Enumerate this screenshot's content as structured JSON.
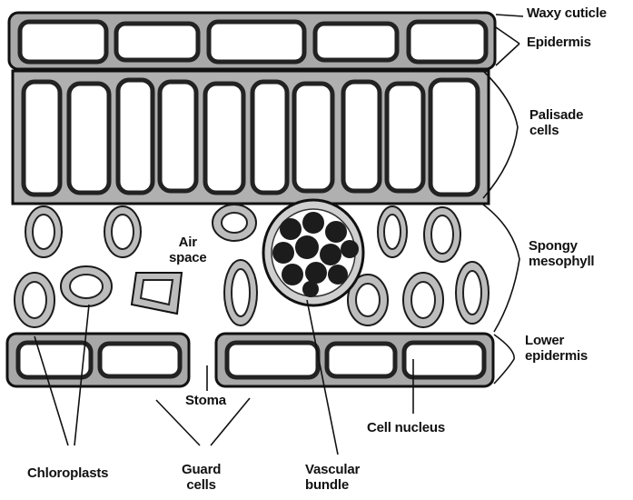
{
  "labels": {
    "waxy_cuticle": "Waxy cuticle",
    "epidermis": "Epidermis",
    "palisade_line1": "Palisade",
    "palisade_line2": "cells",
    "spongy_line1": "Spongy",
    "spongy_line2": "mesophyll",
    "lower_line1": "Lower",
    "lower_line2": "epidermis",
    "air_line1": "Air",
    "air_line2": "space",
    "stoma": "Stoma",
    "cell_nucleus": "Cell nucleus",
    "chloroplasts": "Chloroplasts",
    "guard_line1": "Guard",
    "guard_line2": "cells",
    "vascular_line1": "Vascular",
    "vascular_line2": "bundle"
  },
  "colors": {
    "tissue": "#bdbdbd",
    "outline": "#1a1a1a",
    "cell_interior": "#ffffff",
    "vascular": "#1c1c1c"
  }
}
